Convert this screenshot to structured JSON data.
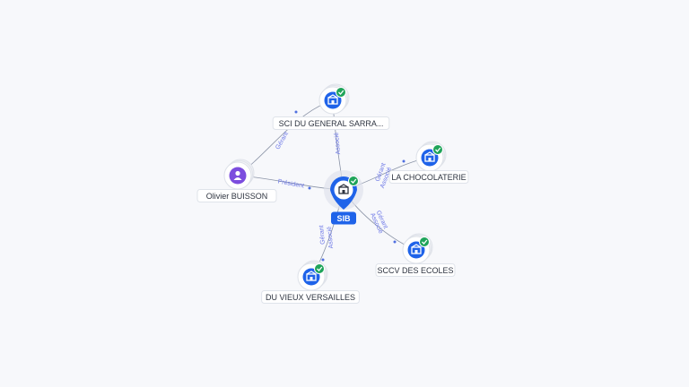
{
  "graph": {
    "colors": {
      "company": "#1f63e9",
      "person": "#7c4dde",
      "check": "#1fa45a",
      "edge_label": "#6b76e6"
    },
    "center": {
      "id": "sib",
      "label": "SIB",
      "icon": "building-icon"
    },
    "nodes": [
      {
        "id": "sci",
        "label": "SCI DU GENERAL SARRA...",
        "type": "company",
        "icon": "building-icon",
        "verified": true
      },
      {
        "id": "choco",
        "label": "LA CHOCOLATERIE",
        "type": "company",
        "icon": "building-icon",
        "verified": true
      },
      {
        "id": "sccv",
        "label": "SCCV DES ECOLES",
        "type": "company",
        "icon": "building-icon",
        "verified": true
      },
      {
        "id": "dvv",
        "label": "DU VIEUX VERSAILLES",
        "type": "company",
        "icon": "building-icon",
        "verified": true
      },
      {
        "id": "olivier",
        "label": "Olivier BUISSON",
        "type": "person",
        "icon": "person-icon",
        "verified": false
      }
    ],
    "edges": [
      {
        "from": "olivier",
        "to": "sib",
        "labels": [
          "Président"
        ]
      },
      {
        "from": "olivier",
        "to": "sci",
        "labels": [
          "Gérant"
        ]
      },
      {
        "from": "sib",
        "to": "sci",
        "labels": [
          "Associé"
        ]
      },
      {
        "from": "sib",
        "to": "choco",
        "labels": [
          "Gérant",
          "Associé"
        ]
      },
      {
        "from": "sib",
        "to": "sccv",
        "labels": [
          "Gérant",
          "Associé"
        ]
      },
      {
        "from": "sib",
        "to": "dvv",
        "labels": [
          "Gérant",
          "Associé"
        ]
      }
    ]
  }
}
